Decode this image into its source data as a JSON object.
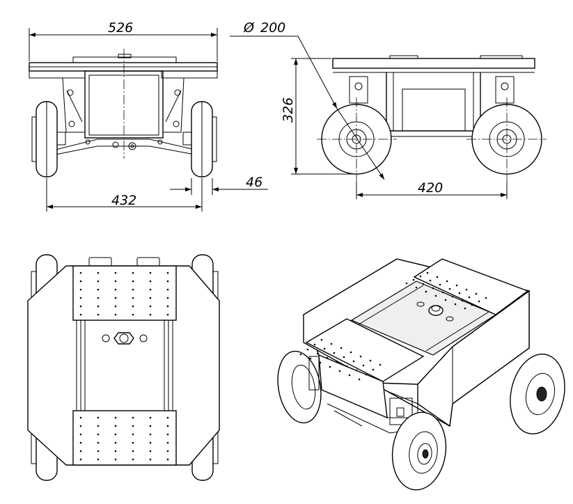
{
  "dimensions": {
    "front_width": "526",
    "wheel_track": "432",
    "wheel_width": "46",
    "wheel_diameter": "200",
    "height": "326",
    "wheelbase": "420"
  },
  "symbols": {
    "diameter": "Ø"
  }
}
